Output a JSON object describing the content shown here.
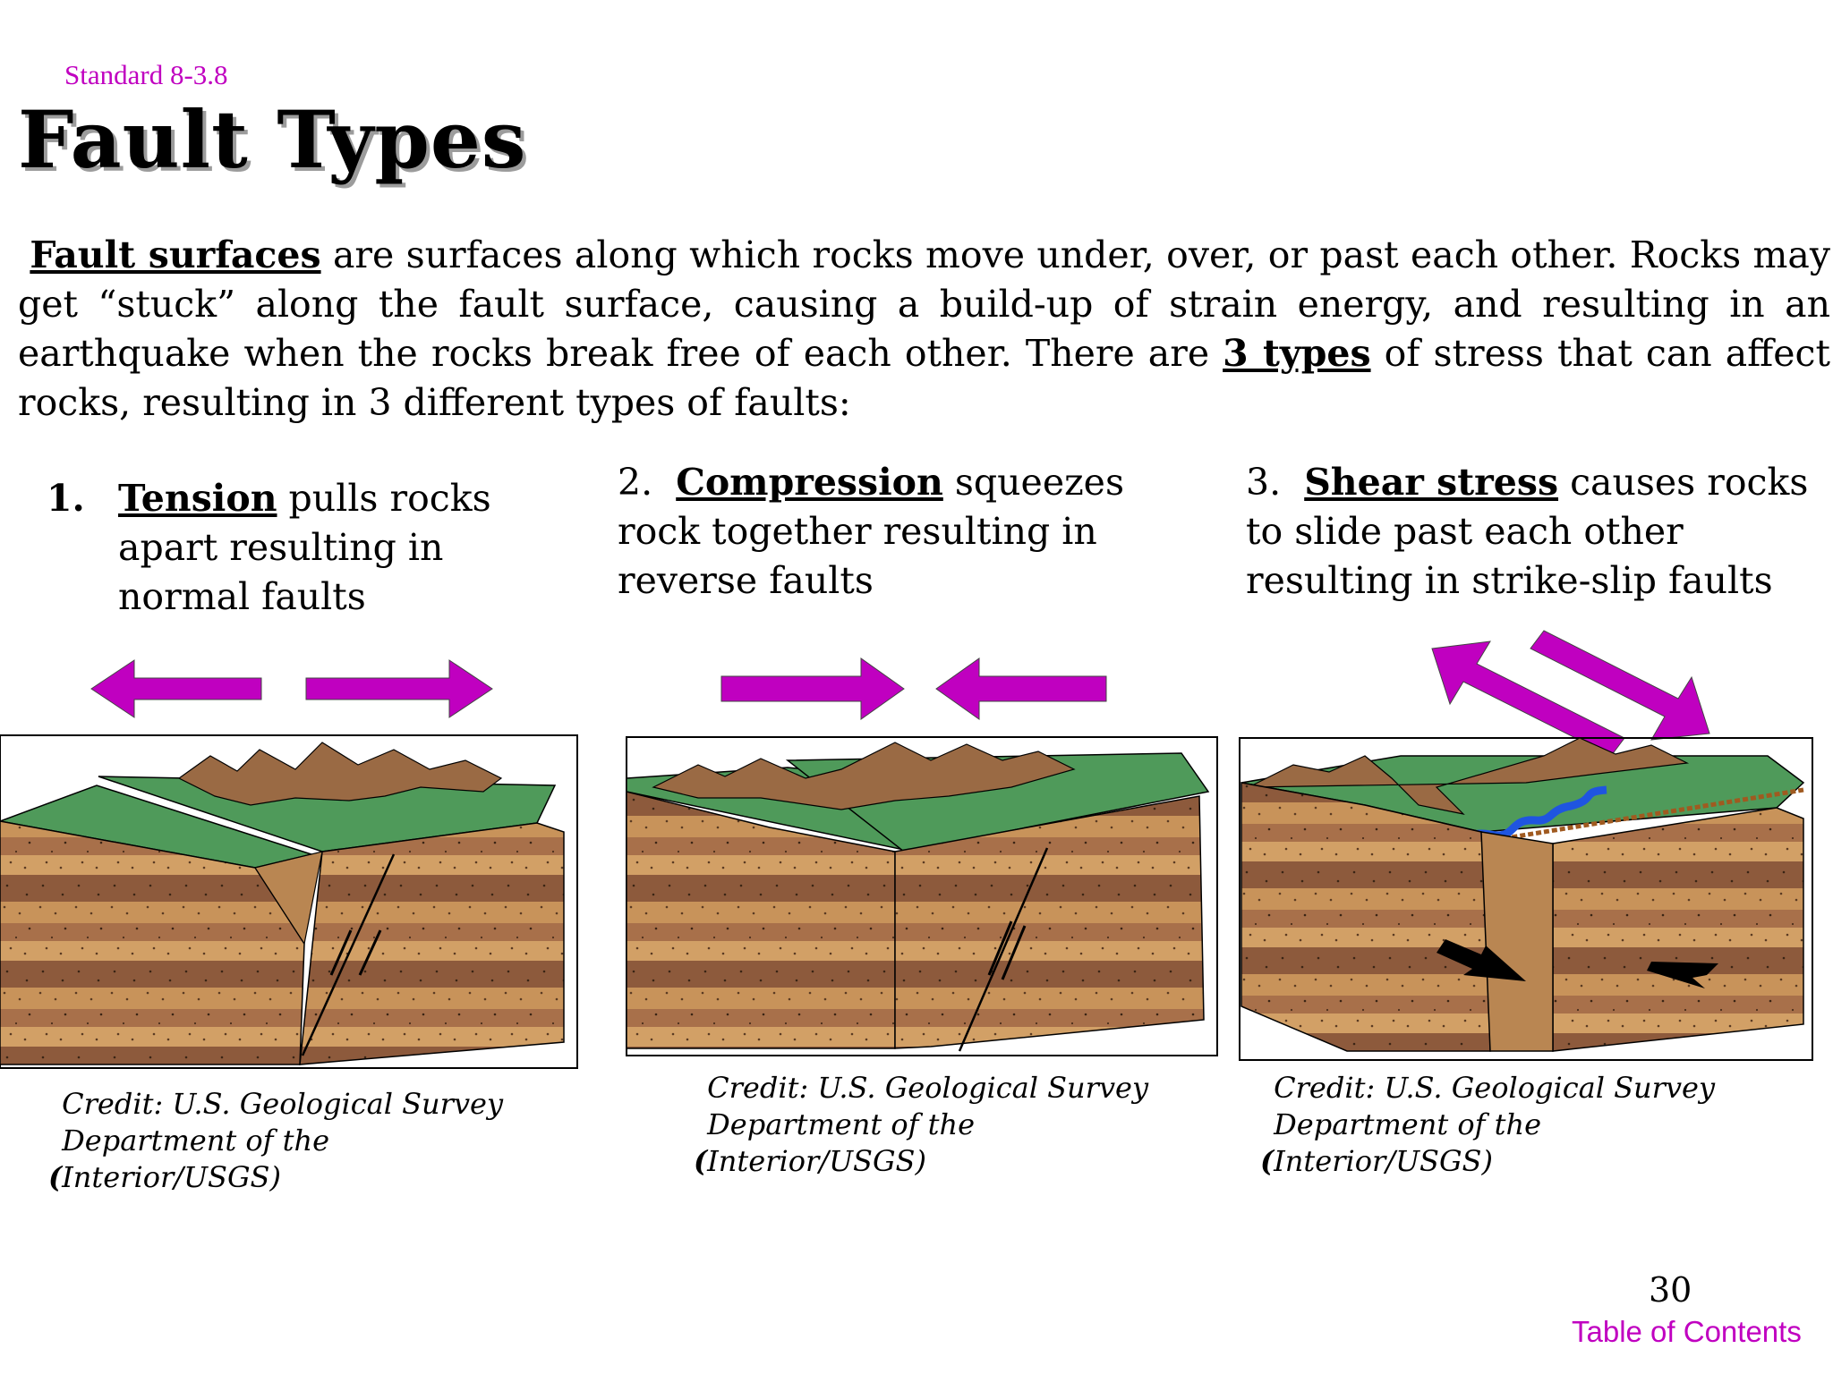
{
  "standard": "Standard 8-3.8",
  "title": "Fault Types",
  "intro": {
    "term": "Fault surfaces",
    "part1": " are surfaces along which rocks move under, over, or past each other.  Rocks may get “stuck” along the fault surface, causing a build-up of strain energy, and resulting in an earthquake when the rocks break free of each other. There are ",
    "count_term": "3 types",
    "part2": " of stress that can affect rocks, resulting in 3 different types of faults:"
  },
  "items": [
    {
      "number": "1.",
      "term": "Tension",
      "rest": " pulls rocks apart resulting in normal faults",
      "credit_open": "(",
      "credit": "Credit: U.S. Geological Survey Department of the Interior/USGS)"
    },
    {
      "number": "2.",
      "term": "Compression",
      "rest": " squeezes rock together resulting in reverse faults",
      "credit_open": "(",
      "credit": "Credit: U.S. Geological Survey Department of the Interior/USGS)"
    },
    {
      "number": "3.",
      "term": "Shear stress",
      "rest": " causes rocks to slide past each other resulting in strike-slip faults",
      "credit_open": "(",
      "credit": "Credit: U.S. Geological Survey Department of the Interior/USGS)"
    }
  ],
  "page_number": "30",
  "toc_link": "Table of Contents",
  "colors": {
    "accent": "#c000c0",
    "arrow": "#c000c0",
    "grass": "#4f9a5a",
    "rock_light": "#c8935a",
    "rock_dark": "#8d5a3c",
    "river": "#1f55e0"
  }
}
